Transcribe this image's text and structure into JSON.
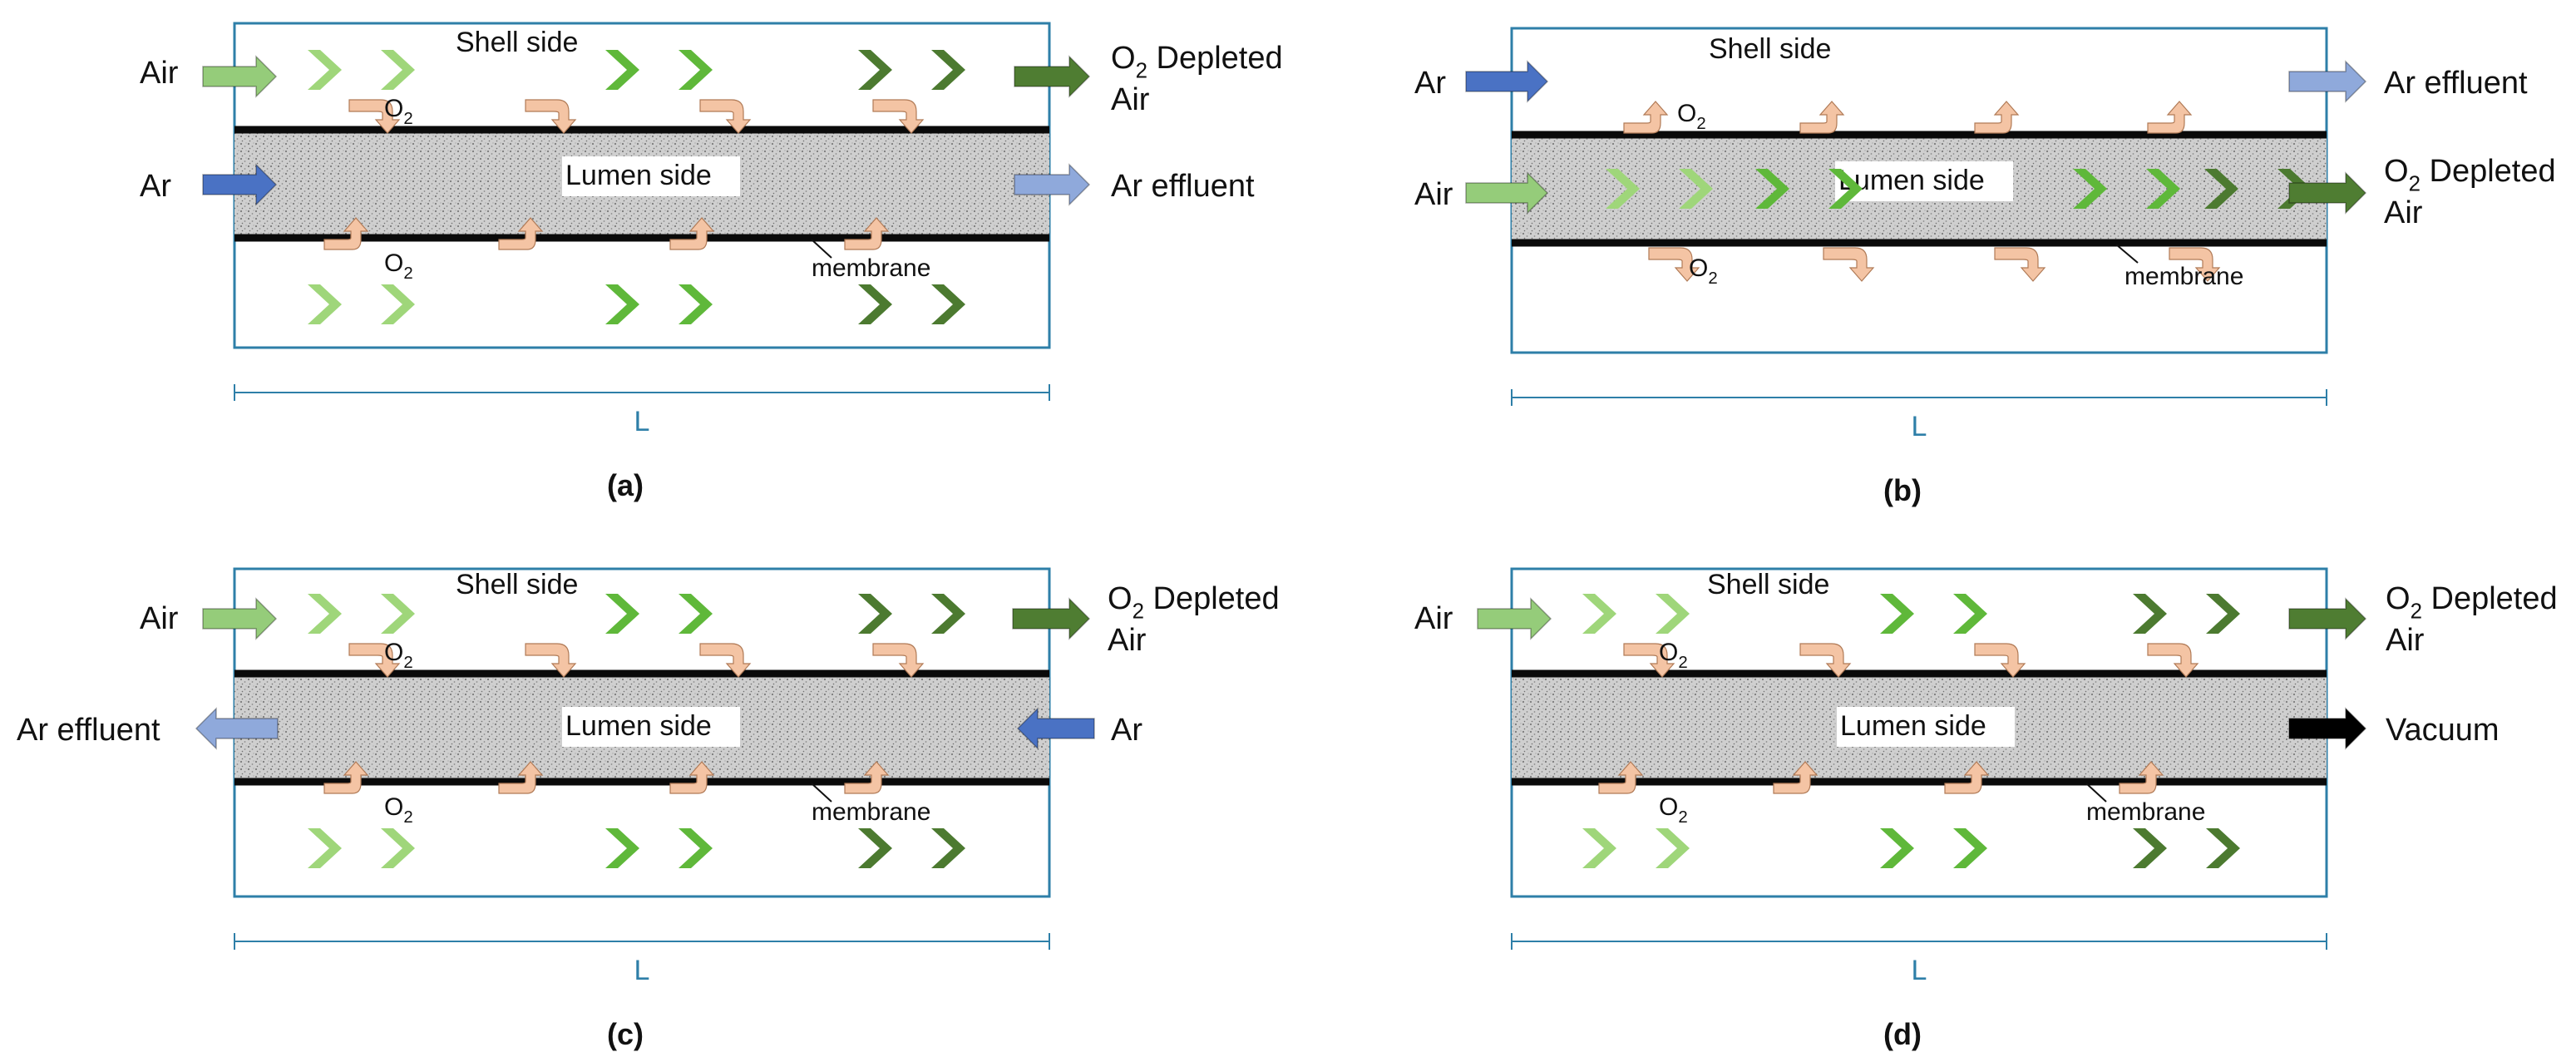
{
  "colors": {
    "frame": "#2e7fa8",
    "membrane_line": "#0a0a0a",
    "lumen_fill": "#c8c8c8",
    "lumen_dots": "#7a7a7a",
    "o2_flux": "#f4c4a4",
    "o2_flux_edge": "#b07a56",
    "chevron_light": "#9fd67a",
    "chevron_mid": "#5fb83a",
    "chevron_dark": "#4c7a30",
    "air_in_arrow": "#95cc7a",
    "depleted_arrow": "#4f7d32",
    "ar_in_arrow": "#4a72c4",
    "ar_out_arrow": "#8fa9db",
    "vacuum_arrow": "#000000",
    "dim_line": "#2e7fa8"
  },
  "icons": {
    "flow_arrow": "block-arrow-icon",
    "o2_transfer": "bent-arrow-icon",
    "flow_direction": "chevron-icon"
  },
  "panels": [
    {
      "id": "a",
      "caption": "(a)",
      "layout": "lumen_feed_countercurrent_shell",
      "shell_label": "Shell side",
      "lumen_label": "Lumen side",
      "membrane_label": "membrane",
      "o2_label": "O",
      "o2_subscript": "2",
      "length_label": "L",
      "left_top_label": "Air",
      "left_mid_label": "Ar",
      "right_top_label_sub_prefix": "O",
      "right_top_label_sub": "2",
      "right_top_label_rest": " Depleted",
      "right_top_label_line2": "Air",
      "right_mid_label": "Ar effluent"
    },
    {
      "id": "b",
      "caption": "(b)",
      "layout": "air_in_lumen",
      "shell_label": "Shell side",
      "lumen_label": "Lumen side",
      "membrane_label": "membrane",
      "o2_label": "O",
      "o2_subscript": "2",
      "length_label": "L",
      "left_top_label": "Ar",
      "left_mid_label": "Air",
      "right_top_label": "Ar effluent",
      "right_mid_label_sub_prefix": "O",
      "right_mid_label_sub": "2",
      "right_mid_label_rest": " Depleted",
      "right_mid_label_line2": "Air"
    },
    {
      "id": "c",
      "caption": "(c)",
      "layout": "ar_countercurrent",
      "shell_label": "Shell side",
      "lumen_label": "Lumen side",
      "membrane_label": "membrane",
      "o2_label": "O",
      "o2_subscript": "2",
      "length_label": "L",
      "left_top_label": "Air",
      "left_mid_label": "Ar effluent",
      "right_top_label_sub_prefix": "O",
      "right_top_label_sub": "2",
      "right_top_label_rest": " Depleted",
      "right_top_label_line2": "Air",
      "right_mid_label": "Ar"
    },
    {
      "id": "d",
      "caption": "(d)",
      "layout": "vacuum",
      "shell_label": "Shell side",
      "lumen_label": "Lumen side",
      "membrane_label": "membrane",
      "o2_label": "O",
      "o2_subscript": "2",
      "length_label": "L",
      "left_top_label": "Air",
      "right_top_label_sub_prefix": "O",
      "right_top_label_sub": "2",
      "right_top_label_rest": " Depleted",
      "right_top_label_line2": "Air",
      "right_mid_label": "Vacuum"
    }
  ]
}
